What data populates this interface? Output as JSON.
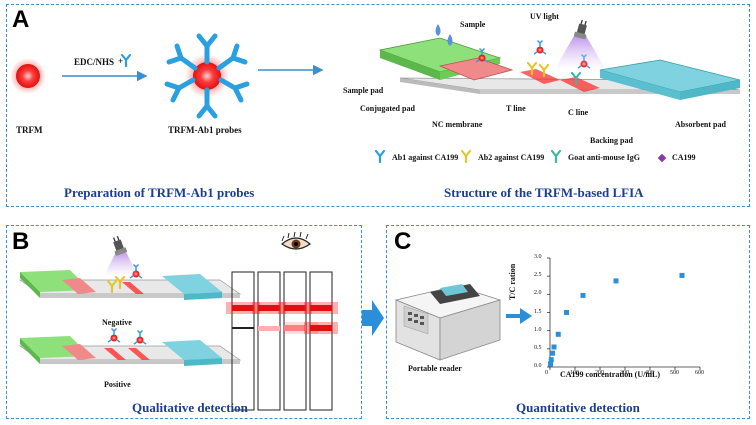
{
  "panelA": {
    "letter": "A",
    "trfm": "TRFM",
    "reagent": "EDC/NHS",
    "plus": "+",
    "probes": "TRFM-Ab1 probes",
    "sample": "Sample",
    "uv": "UV light",
    "sample_pad": "Sample pad",
    "conjugated_pad": "Conjugated pad",
    "nc_membrane": "NC membrane",
    "t_line": "T line",
    "c_line": "C line",
    "backing_pad": "Backing pad",
    "absorbent_pad": "Absorbent pad",
    "legend": [
      "Ab1 against CA199",
      "Ab2 against CA199",
      "Goat anti-mouse IgG",
      "CA199"
    ],
    "caption_left": "Preparation of TRFM-Ab1 probes",
    "caption_right": "Structure of the TRFM-based LFIA"
  },
  "panelB": {
    "letter": "B",
    "negative": "Negative",
    "positive": "Positive",
    "caption": "Qualitative detection"
  },
  "panelC": {
    "letter": "C",
    "reader": "Portable reader",
    "caption": "Quantitative detection"
  },
  "colors": {
    "panel_border": "#3a8fd0",
    "caption": "#1b3f8f",
    "sample_pad": "#8ee07a",
    "conjugate_pad": "#f08a8a",
    "absorbent_pad": "#7fd3e0",
    "test_line": "#ff3030",
    "ab1": "#2aa0e0",
    "ab2": "#e6c52a",
    "igg": "#37b8a8",
    "ca199": "#8a3aa8",
    "data_point": "#2a8fd8"
  },
  "chart_data": {
    "type": "scatter",
    "xlabel": "CA199 concentration (U/mL)",
    "ylabel": "T/C ration",
    "xlim": [
      0,
      600
    ],
    "ylim": [
      0,
      3.0
    ],
    "xticks": [
      "0",
      "100",
      "200",
      "300",
      "400",
      "500",
      "600"
    ],
    "yticks": [
      "0.0",
      "0.5",
      "1.0",
      "1.5",
      "2.0",
      "2.5",
      "3.0"
    ],
    "points": [
      {
        "x": 2,
        "y": 0.08
      },
      {
        "x": 5,
        "y": 0.2
      },
      {
        "x": 10,
        "y": 0.38
      },
      {
        "x": 16,
        "y": 0.55
      },
      {
        "x": 33,
        "y": 0.9
      },
      {
        "x": 66,
        "y": 1.5
      },
      {
        "x": 132,
        "y": 1.97
      },
      {
        "x": 264,
        "y": 2.37
      },
      {
        "x": 528,
        "y": 2.52
      }
    ]
  }
}
